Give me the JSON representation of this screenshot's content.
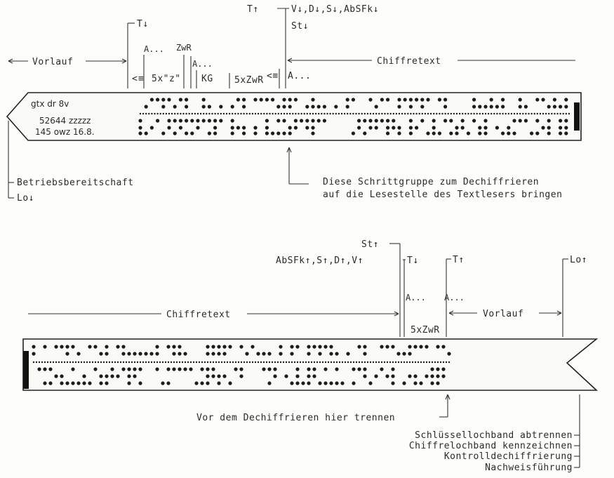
{
  "top": {
    "t_down": "T↓",
    "t_up": "T↑",
    "vdsabsfk": "V↓,D↓,S↓,AbSFk↓",
    "st_down": "St↓",
    "vorlauf": "Vorlauf",
    "chiffretext": "Chiffretext",
    "a1": "A...",
    "zwr": "ZwR",
    "arrow_a": "A...",
    "five_z": "5x\"z\"",
    "kg": "KG",
    "five_zwr": "5xZwR",
    "a2": "A...",
    "tape_note_1": "gtx   dr    8v",
    "tape_note_2": "52644        zzzzz",
    "tape_note_3": "145  owz   16.8.",
    "betriebsbereitschaft": "Betriebsbereitschaft",
    "lo_down": "Lo↓",
    "note_line1": "Diese Schrittgruppe zum Dechiffrieren",
    "note_line2": "auf die Lesestelle des Textlesers bringen"
  },
  "bottom": {
    "st_up": "St↑",
    "absfk_line": "AbSFk↑,S↑,D↑,V↑",
    "t_down": "T↓",
    "t_up": "T↑",
    "lo_up": "Lo↑",
    "chiffretext": "Chiffretext",
    "a1": "A...",
    "a2": "A...",
    "vorlauf": "Vorlauf",
    "five_zwr": "5xZwR",
    "trennen": "Vor dem Dechiffrieren hier trennen",
    "list": [
      "Schlüssellochband abtrennen",
      "Chiffrelochband kennzeichnen",
      "Kontrolldechiffrierung",
      "Nachweisführung"
    ]
  }
}
